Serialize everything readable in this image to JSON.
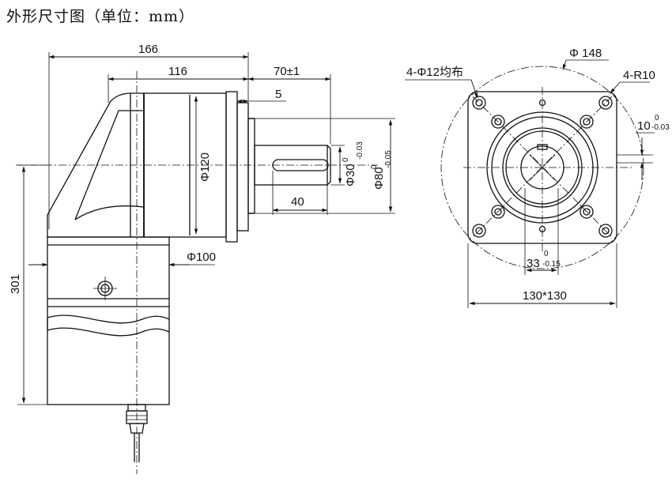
{
  "title": "外形尺寸图（单位：mm）",
  "dimensions": {
    "len_166": "166",
    "len_116": "116",
    "len_70": "70±1",
    "len_5": "5",
    "dia_120": "Φ120",
    "dia_30": "Φ30",
    "tol_30_upper": "0",
    "tol_30_lower": "-0.03",
    "dia_80": "Φ80",
    "tol_80_upper": "0",
    "tol_80_lower": "-0.05",
    "len_40": "40",
    "dia_100": "Φ100",
    "height_301": "301",
    "holes": "4-Φ12均布",
    "dia_148": "Φ 148",
    "radius": "4-R10",
    "key_10": "10",
    "tol_10_upper": "0",
    "tol_10_lower": "-0.03",
    "len_33": "33",
    "tol_33_upper": "0",
    "tol_33_lower": "-0.15",
    "square": "130*130"
  }
}
